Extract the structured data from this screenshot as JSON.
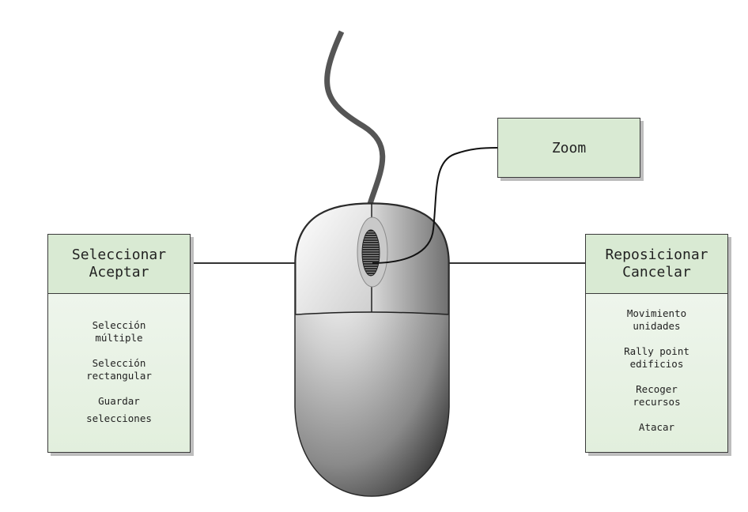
{
  "left_box": {
    "title_line1": "Seleccionar",
    "title_line2": "Aceptar",
    "items": [
      {
        "line1": "Selección",
        "line2": "múltiple"
      },
      {
        "line1": "Selección",
        "line2": "rectangular"
      },
      {
        "line1": "Guardar",
        "line2": "selecciones"
      }
    ]
  },
  "right_box": {
    "title_line1": "Reposicionar",
    "title_line2": "Cancelar",
    "items": [
      {
        "line1": "Movimiento",
        "line2": "unidades"
      },
      {
        "line1": "Rally point",
        "line2": "edificios"
      },
      {
        "line1": "Recoger",
        "line2": "recursos"
      },
      {
        "line1": "Atacar",
        "line2": ""
      }
    ]
  },
  "zoom_box": {
    "label": "Zoom"
  },
  "colors": {
    "box_fill": "#d9ead3",
    "box_border": "#3a3a3a",
    "cable": "#555555",
    "connector": "#111111"
  }
}
